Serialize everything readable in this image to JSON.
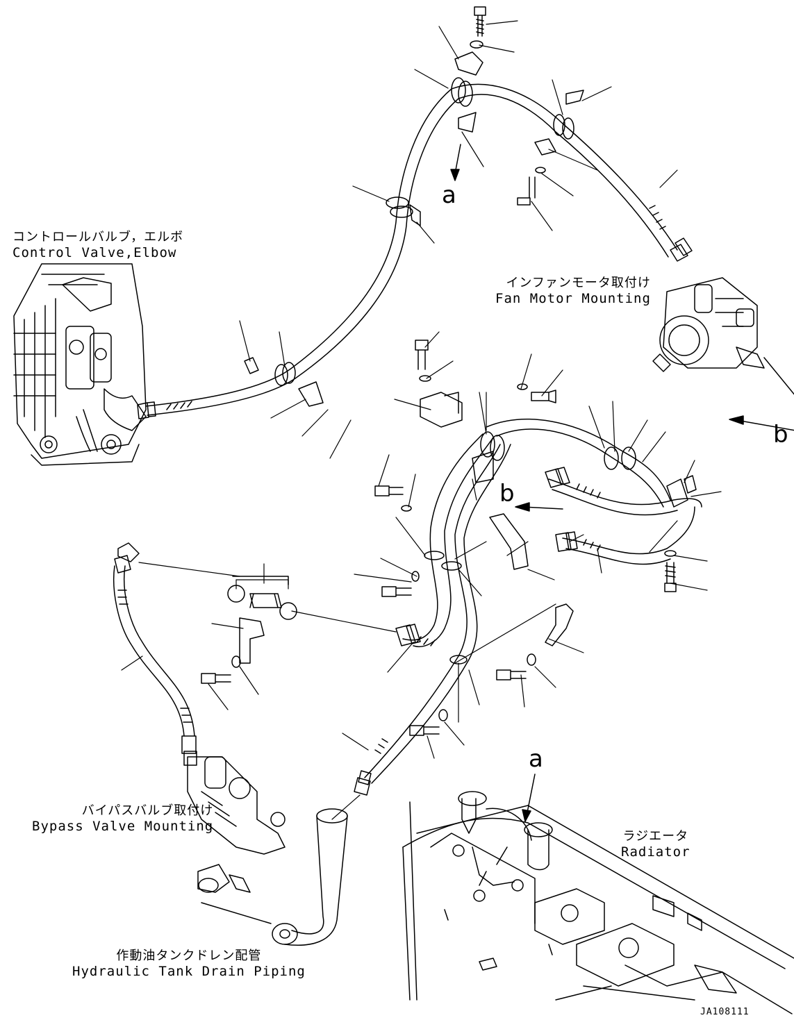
{
  "labels": {
    "control_valve": {
      "jp": "コントロールバルブ，エルボ",
      "en": "Control Valve,Elbow"
    },
    "fan_motor": {
      "jp": "インファンモータ取付け",
      "en": "Fan Motor Mounting"
    },
    "bypass_valve": {
      "jp": "バイパスバルブ取付け",
      "en": "Bypass Valve Mounting"
    },
    "radiator": {
      "jp": "ラジエータ",
      "en": "Radiator"
    },
    "hydraulic_tank": {
      "jp": "作動油タンクドレン配管",
      "en": "Hydraulic Tank Drain Piping"
    }
  },
  "ref_marks": {
    "a_top": "a",
    "a_bottom": "a",
    "b_mid": "b",
    "b_right": "b"
  },
  "drawing_code": "JA108111",
  "colors": {
    "ink": "#000000",
    "paper": "#ffffff"
  }
}
